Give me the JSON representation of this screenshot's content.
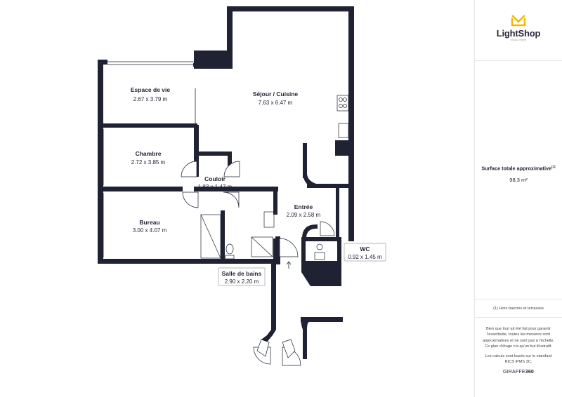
{
  "rooms": [
    {
      "name": "Espace de vie",
      "dims": "2.67 x 3.79 m"
    },
    {
      "name": "Séjour / Cuisine",
      "dims": "7.63 x 6.47 m"
    },
    {
      "name": "Chambre",
      "dims": "2.72 x 3.85 m"
    },
    {
      "name": "Couloir",
      "dims": "1.83 x 1.47 m"
    },
    {
      "name": "Entrée",
      "dims": "2.09 x 2.58 m"
    },
    {
      "name": "Bureau",
      "dims": "3.00 x 4.07 m"
    }
  ],
  "boxed_labels": [
    {
      "name": "Salle de bains",
      "dims": "2.90 x 2.20 m"
    },
    {
      "name": "WC",
      "dims": "0.92 x 1.45 m"
    }
  ],
  "panel": {
    "brand_name": "LightShop",
    "brand_tagline": "Kit your expert",
    "area_title": "Surface totale approximative",
    "area_note_mark": "(1)",
    "area_value": "98,3 m²",
    "footnote": "(1) Hors balcons et terrasses",
    "disclaimer": "Bien que tout ait été fait pour garantir l'exactitude, toutes les mesures sont approximatives et ne sont pas à l'échelle. Ce plan d'étage n'a qu'un but illustratif.",
    "standard": "Les calculs sont basés sur le standard RICS IPMS 3C.",
    "footer_brand_a": "GIRAFFE",
    "footer_brand_b": "360"
  },
  "colors": {
    "wall": "#1f2233",
    "logo_accent": "#f2b705",
    "text": "#1f2233"
  }
}
